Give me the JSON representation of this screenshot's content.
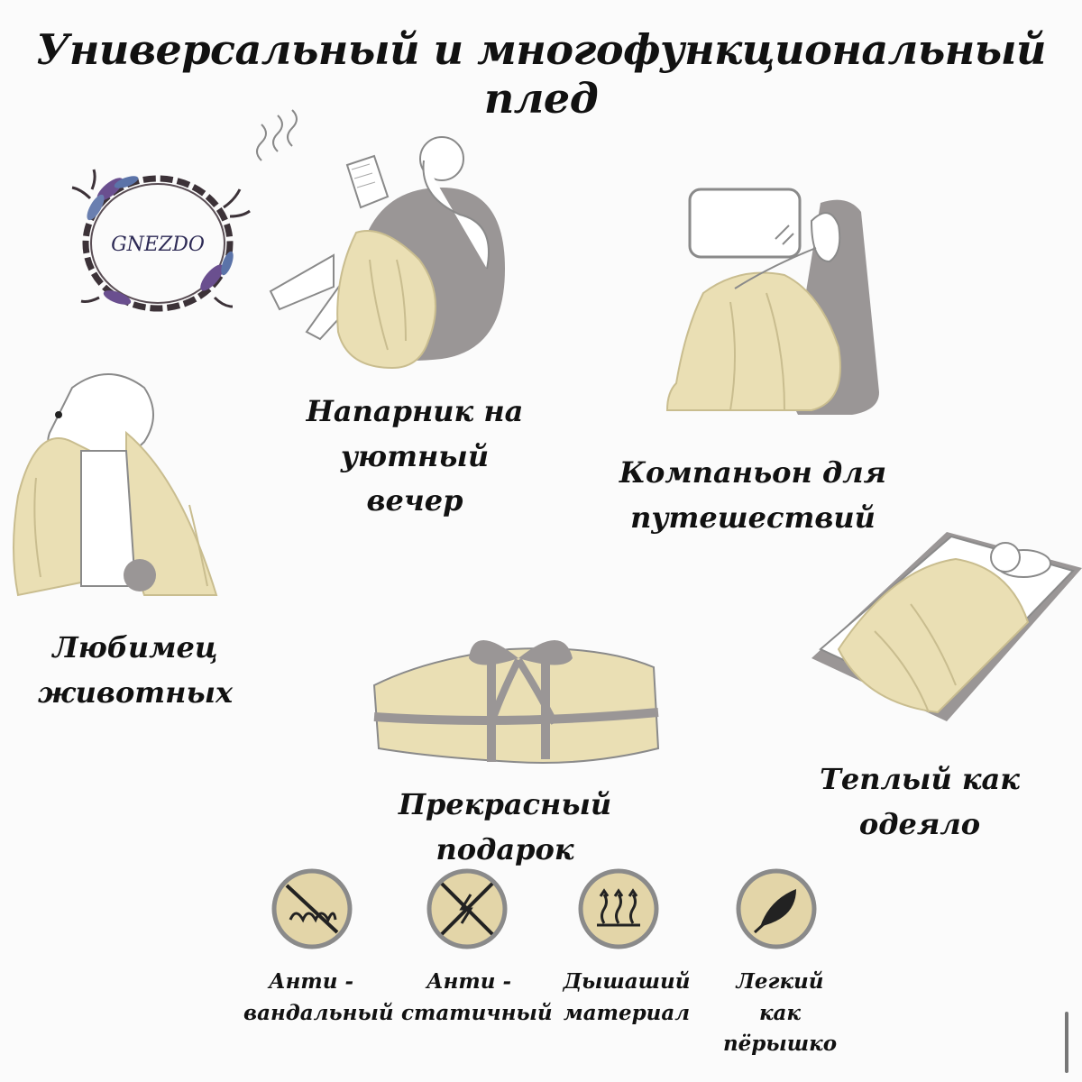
{
  "title": "Универсальный и многофункциональный плед",
  "logo_text": "GNEZDO",
  "colors": {
    "blanket": "#eadfb4",
    "outline": "#8a8a8a",
    "chair": "#9a9696",
    "icon_fill": "#e3d5a8"
  },
  "captions": {
    "evening_l1": "Напарник на",
    "evening_l2": "уютный вечер",
    "travel_l1": "Компаньон для",
    "travel_l2": "путешествий",
    "pets_l1": "Любимец",
    "pets_l2": "животных",
    "gift": "Прекрасный подарок",
    "warm": "Теплый как одеяло"
  },
  "features": [
    {
      "icon": "anti-vandal-icon",
      "line1": "Анти -",
      "line2": "вандальный"
    },
    {
      "icon": "anti-static-icon",
      "line1": "Анти -",
      "line2": "статичный"
    },
    {
      "icon": "breathable-icon",
      "line1": "Дышаший",
      "line2": "материал"
    },
    {
      "icon": "feather-icon",
      "line1": "Легкий как",
      "line2": "пёрышко"
    }
  ]
}
